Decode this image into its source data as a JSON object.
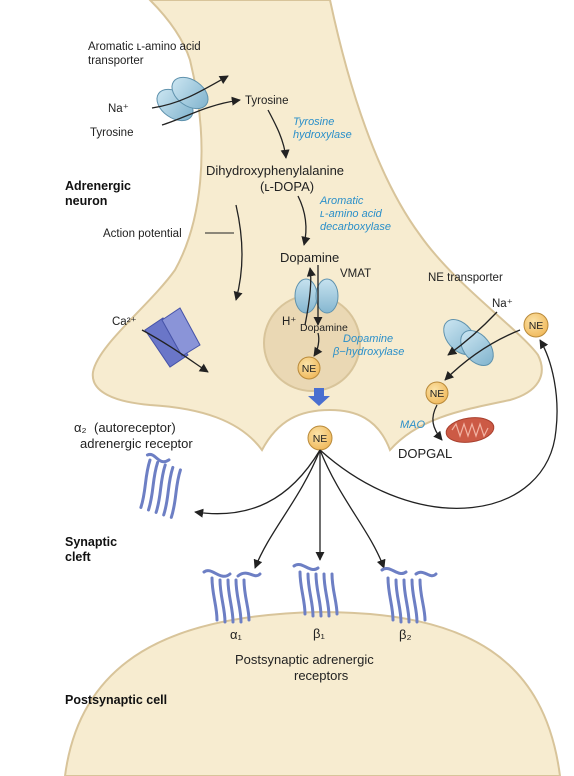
{
  "labels": {
    "aromatic_transporter_l1": "Aromatic ʟ-amino acid",
    "aromatic_transporter_l2": "transporter",
    "na_plus": "Na⁺",
    "tyrosine_in": "Tyrosine",
    "tyrosine_out": "Tyrosine",
    "tyrosine_hydroxylase_l1": "Tyrosine",
    "tyrosine_hydroxylase_l2": "hydroxylase",
    "dihydroxy": "Dihydroxyphenylalanine",
    "ldopa": "(ʟ-DOPA)",
    "aadc_l1": "Aromatic",
    "aadc_l2": "ʟ-amino acid",
    "aadc_l3": "decarboxylase",
    "adrenergic_neuron_l1": "Adrenergic",
    "adrenergic_neuron_l2": "neuron",
    "action_potential": "Action potential",
    "dopamine": "Dopamine",
    "vmat": "VMAT",
    "ne_transporter": "NE transporter",
    "na_plus_2": "Na⁺",
    "ca2": "Ca²⁺",
    "h_plus": "H⁺",
    "dopamine_small": "Dopamine",
    "dbh_l1": "Dopamine",
    "dbh_l2": "β−hydroxylase",
    "alpha2_sym": "α₂",
    "alpha2_l1": "(autoreceptor)",
    "alpha2_l2": "adrenergic receptor",
    "mao": "MAO",
    "dopgal": "DOPGAL",
    "synaptic_cleft_l1": "Synaptic",
    "synaptic_cleft_l2": "cleft",
    "alpha1": "α₁",
    "beta1": "β₁",
    "beta2": "β₂",
    "postsyn_receptors_l1": "Postsynaptic adrenergic",
    "postsyn_receptors_l2": "receptors",
    "postsynaptic_cell": "Postsynaptic cell",
    "ne": "NE"
  },
  "colors": {
    "cell_fill": "#f7ecd0",
    "cell_stroke": "#d8c49a",
    "vesicle_fill": "#ead8b4",
    "enzyme_text": "#2a8fc9",
    "ne_fill": "#f5c872",
    "transporter": "#9ec9de",
    "channel": "#6a76c8",
    "receptor": "#6d7fc4",
    "mitochondrion": "#cc5a45",
    "release_arrow": "#4a6fd0"
  }
}
